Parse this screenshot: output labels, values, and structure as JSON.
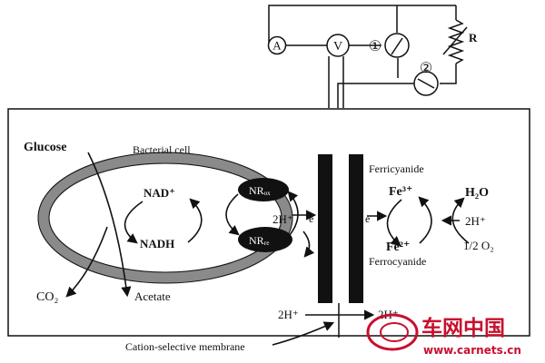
{
  "circuit": {
    "ammeter_label": "A",
    "voltmeter_label": "V",
    "switch1_label": "①",
    "switch2_label": "②",
    "resistor_label": "R"
  },
  "cell": {
    "glucose": "Glucose",
    "bacterial_cell": "Bacterial cell",
    "nad_plus": "NAD⁺",
    "nadh": "NADH",
    "nr_ox": "NRₒₓ",
    "nr_red": "NRᵣₑ",
    "co2": "CO₂",
    "acetate": "Acetate",
    "h2_plus_anode": "2H⁺",
    "e_anode": "e",
    "e_cathode": "e"
  },
  "cathode": {
    "ferricyanide": "Ferricyanide",
    "fe3": "Fe³⁺",
    "fe2": "Fe²⁺",
    "ferrocyanide": "Ferrocyanide",
    "h2o": "H₂O",
    "h2_plus": "2H⁺",
    "half_o2": "1/2 O₂"
  },
  "membrane": {
    "h_left": "2H⁺",
    "h_right": "2H⁺",
    "label": "Cation-selective membrane"
  },
  "watermark": {
    "text": "车网中国",
    "url": "www.carnets.cn",
    "brand_color": "#c8102e"
  }
}
